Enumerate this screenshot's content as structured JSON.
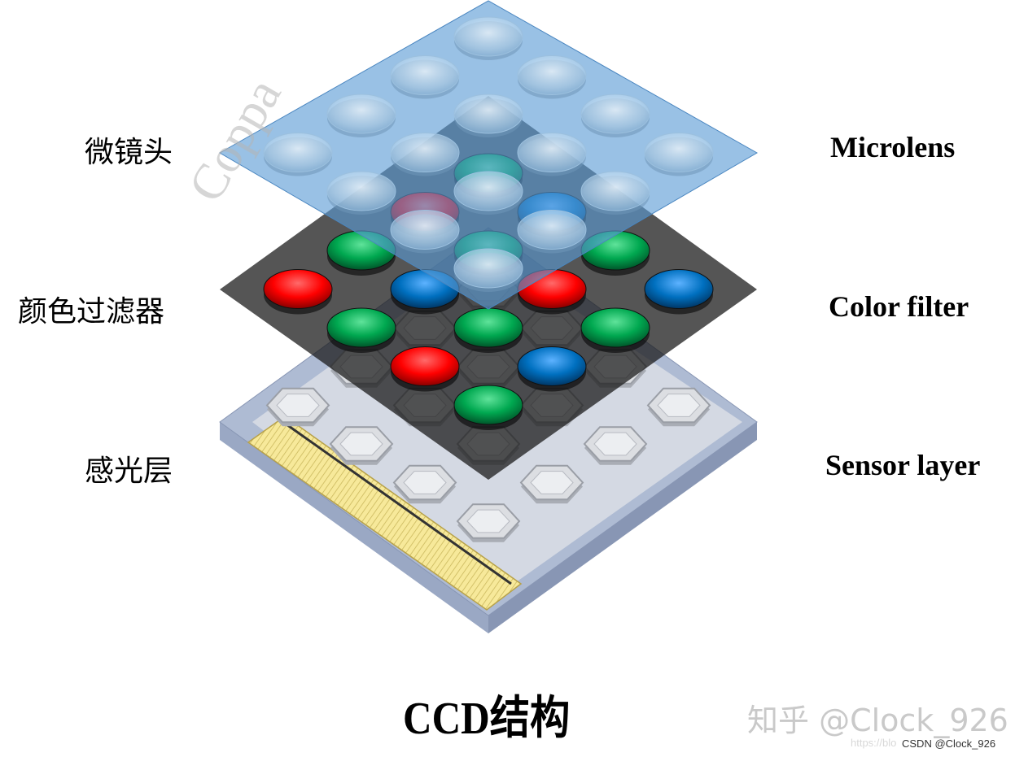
{
  "labels": {
    "microlens_cn": "微镜头",
    "color_filter_cn": "颜色过滤器",
    "sensor_cn": "感光层",
    "microlens_en": "Microlens",
    "color_filter_en": "Color filter",
    "sensor_en": "Sensor layer"
  },
  "title": "CCD结构",
  "watermarks": {
    "zhihu": "知乎 @Clock_926",
    "url": "https://blo",
    "csdn": "CSDN @Clock_926",
    "coppa": "Coppa"
  },
  "colors": {
    "lens_plane": "#5b9bd5",
    "filter_plane": "#1a1a1a",
    "sensor_top": "#cfd5e0",
    "sensor_side": "#9aa8c4",
    "filter_red": "#ff0000",
    "filter_green": "#00a850",
    "filter_blue": "#0070c0",
    "readout_strip": "#f2e08a"
  },
  "filter_pattern": [
    [
      "green",
      "blue",
      "green",
      "blue"
    ],
    [
      "red",
      "green",
      "red",
      "green"
    ],
    [
      "green",
      "blue",
      "green",
      "blue"
    ],
    [
      "red",
      "green",
      "red",
      "green"
    ]
  ]
}
